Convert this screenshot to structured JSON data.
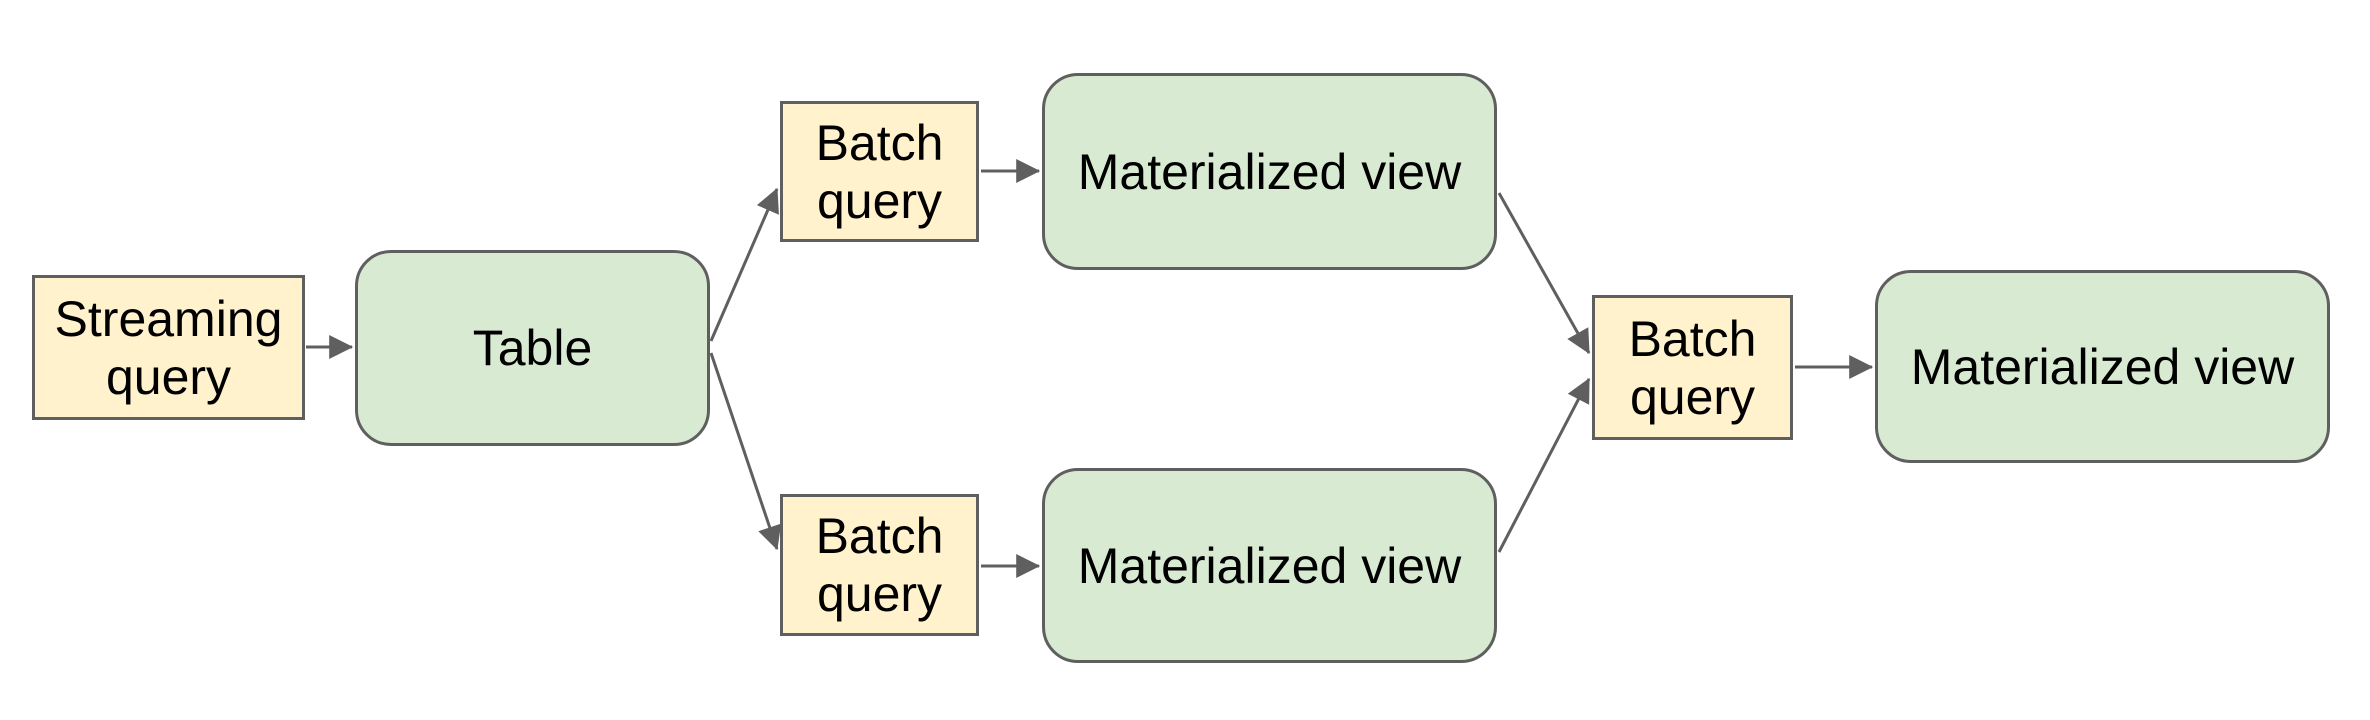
{
  "diagram": {
    "nodes": {
      "streaming_query": {
        "label": "Streaming query",
        "kind": "query"
      },
      "table": {
        "label": "Table",
        "kind": "entity"
      },
      "batch_query_top": {
        "label": "Batch query",
        "kind": "query"
      },
      "materialized_view_top": {
        "label": "Materialized view",
        "kind": "entity"
      },
      "batch_query_bottom": {
        "label": "Batch query",
        "kind": "query"
      },
      "materialized_view_bottom": {
        "label": "Materialized view",
        "kind": "entity"
      },
      "batch_query_final": {
        "label": "Batch query",
        "kind": "query"
      },
      "materialized_view_final": {
        "label": "Materialized view",
        "kind": "entity"
      }
    },
    "edges": [
      {
        "from": "streaming_query",
        "to": "table"
      },
      {
        "from": "table",
        "to": "batch_query_top"
      },
      {
        "from": "table",
        "to": "batch_query_bottom"
      },
      {
        "from": "batch_query_top",
        "to": "materialized_view_top"
      },
      {
        "from": "batch_query_bottom",
        "to": "materialized_view_bottom"
      },
      {
        "from": "materialized_view_top",
        "to": "batch_query_final"
      },
      {
        "from": "materialized_view_bottom",
        "to": "batch_query_final"
      },
      {
        "from": "batch_query_final",
        "to": "materialized_view_final"
      }
    ],
    "colors": {
      "query_fill": "#FFF2CC",
      "entity_fill": "#D9EAD3",
      "stroke": "#5F5F5F",
      "text": "#000000",
      "background": "#FFFFFF"
    }
  }
}
